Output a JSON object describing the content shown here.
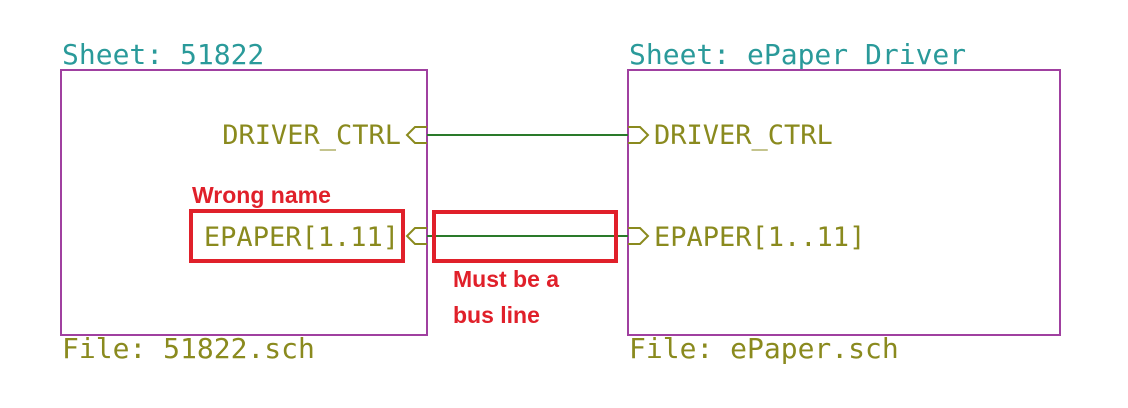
{
  "sheets": [
    {
      "name": "Sheet: 51822",
      "file": "File: 51822.sch",
      "pins": [
        "DRIVER_CTRL",
        "EPAPER[1.11]"
      ]
    },
    {
      "name": "Sheet: ePaper Driver",
      "file": "File: ePaper.sch",
      "pins": [
        "DRIVER_CTRL",
        "EPAPER[1..11]"
      ]
    }
  ],
  "annotations": {
    "wrong_name": "Wrong name",
    "bus_line_1": "Must be a",
    "bus_line_2": "bus line"
  },
  "colors": {
    "sheet_border": "#a040a0",
    "sheet_name": "#2a9a9a",
    "pin_text": "#8a8a1e",
    "wire": "#2a7a2a",
    "annotation": "#e0202a"
  }
}
